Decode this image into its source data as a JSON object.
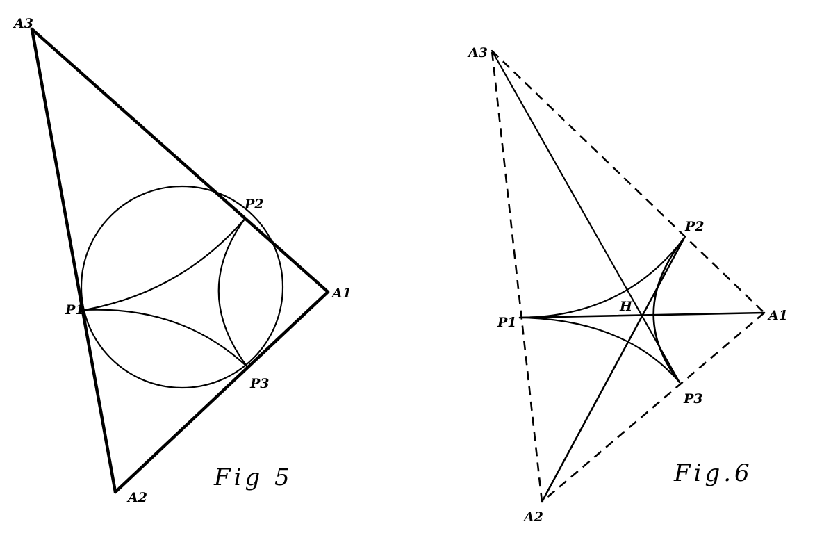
{
  "figure5": {
    "caption": "Fig 5",
    "labels": {
      "a3": "A3",
      "a1": "A1",
      "a2": "A2",
      "p1": "P1",
      "p2": "P2",
      "p3": "P3"
    }
  },
  "figure6": {
    "caption": "Fig.6",
    "labels": {
      "a3": "A3",
      "a1": "A1",
      "a2": "A2",
      "p1": "P1",
      "p2": "P2",
      "p3": "P3",
      "h": "H"
    }
  }
}
